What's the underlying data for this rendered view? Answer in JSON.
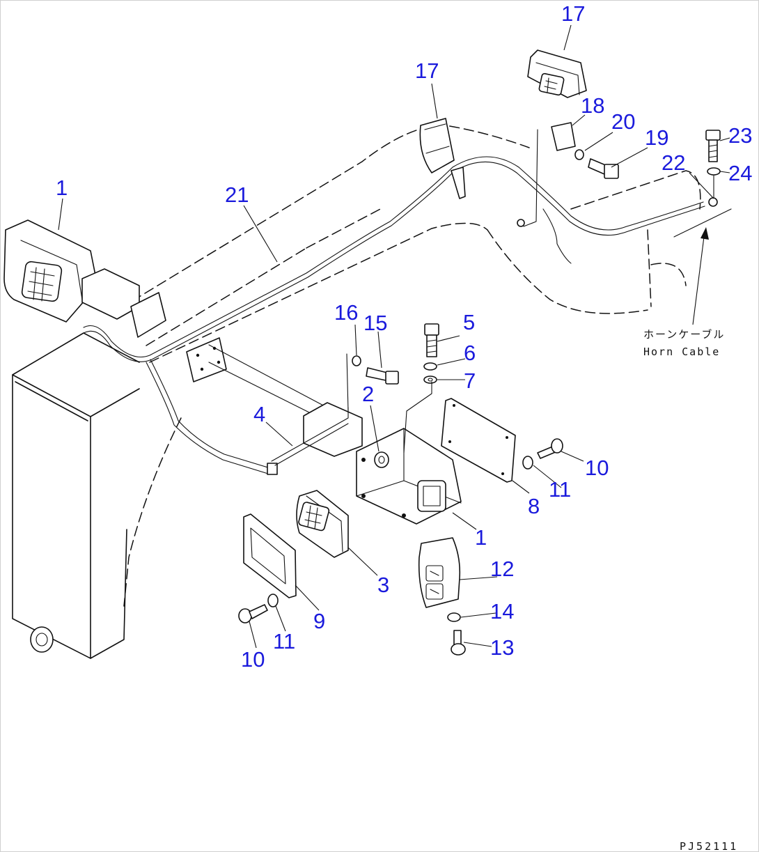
{
  "diagram": {
    "callouts": {
      "c1_left": "1",
      "c1_center": "1",
      "c2": "2",
      "c3": "3",
      "c4": "4",
      "c5": "5",
      "c6": "6",
      "c7": "7",
      "c8": "8",
      "c9": "9",
      "c10_right": "10",
      "c10_bottom": "10",
      "c11_right": "11",
      "c11_bottom": "11",
      "c12": "12",
      "c13": "13",
      "c14": "14",
      "c15": "15",
      "c16": "16",
      "c17_top": "17",
      "c17_mid": "17",
      "c18": "18",
      "c19": "19",
      "c20": "20",
      "c21": "21",
      "c22": "22",
      "c23": "23",
      "c24": "24"
    },
    "horn_cable_jp": "ホーンケーブル",
    "horn_cable_en": "Horn Cable",
    "drawing_code": "PJ52111"
  },
  "colors": {
    "callout": "#1a1adc",
    "line": "#111111",
    "background": "#ffffff"
  }
}
